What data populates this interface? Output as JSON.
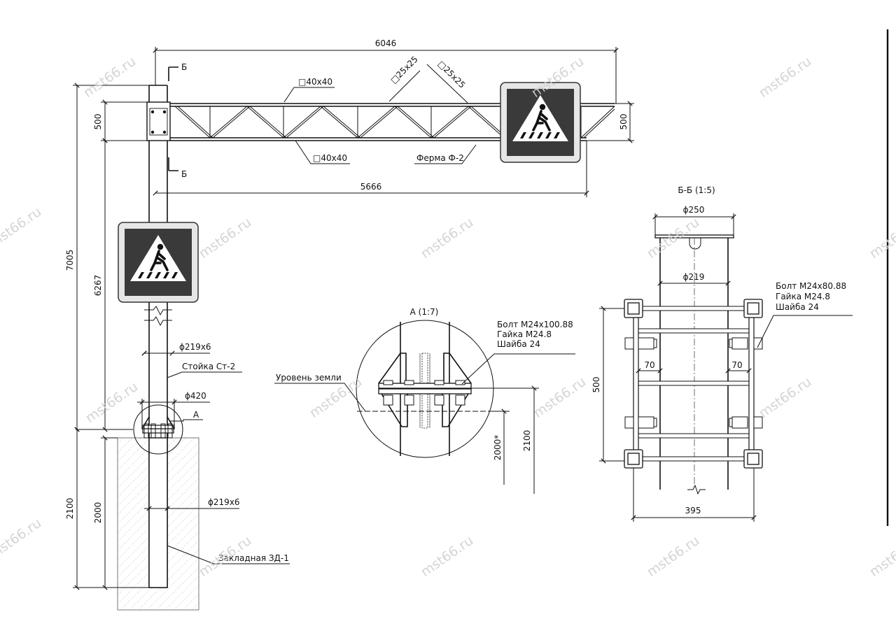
{
  "watermark": "mst66.ru",
  "dims": {
    "d6046": "6046",
    "d5666": "5666",
    "d7005": "7005",
    "d6267": "6267",
    "d500_left": "500",
    "d500_right": "500",
    "d2100_left": "2100",
    "d2000_left": "2000",
    "d219x6_top": "ϕ219x6",
    "d420": "ϕ420",
    "d219x6_bot": "ϕ219x6",
    "d2000_star": "2000*",
    "d2100_mid": "2100",
    "d250": "ϕ250",
    "d219_bb": "ϕ219",
    "d70_left": "70",
    "d70_right": "70",
    "d500_bb": "500",
    "d395": "395"
  },
  "labels": {
    "section_mark_top": "Б",
    "section_mark_bot": "Б",
    "sq40_top": "□40x40",
    "sq25_a": "□25x25",
    "sq25_b": "□25x25",
    "sq40_bot": "□40x40",
    "truss": "Ферма Ф-2",
    "post": "Стойка Ст-2",
    "callout_a": "А",
    "embed": "Закладная ЗД-1",
    "ground": "Уровень земли",
    "detail_a_title": "А (1:7)",
    "bolt_a_1": "Болт М24x100.88",
    "bolt_a_2": "Гайка М24.8",
    "bolt_a_3": "Шайба 24",
    "section_title": "Б-Б (1:5)",
    "bolt_b_1": "Болт М24x80.88",
    "bolt_b_2": "Гайка М24.8",
    "bolt_b_3": "Шайба 24"
  },
  "icons": {
    "sign": "pedestrian-crossing-sign-icon"
  }
}
